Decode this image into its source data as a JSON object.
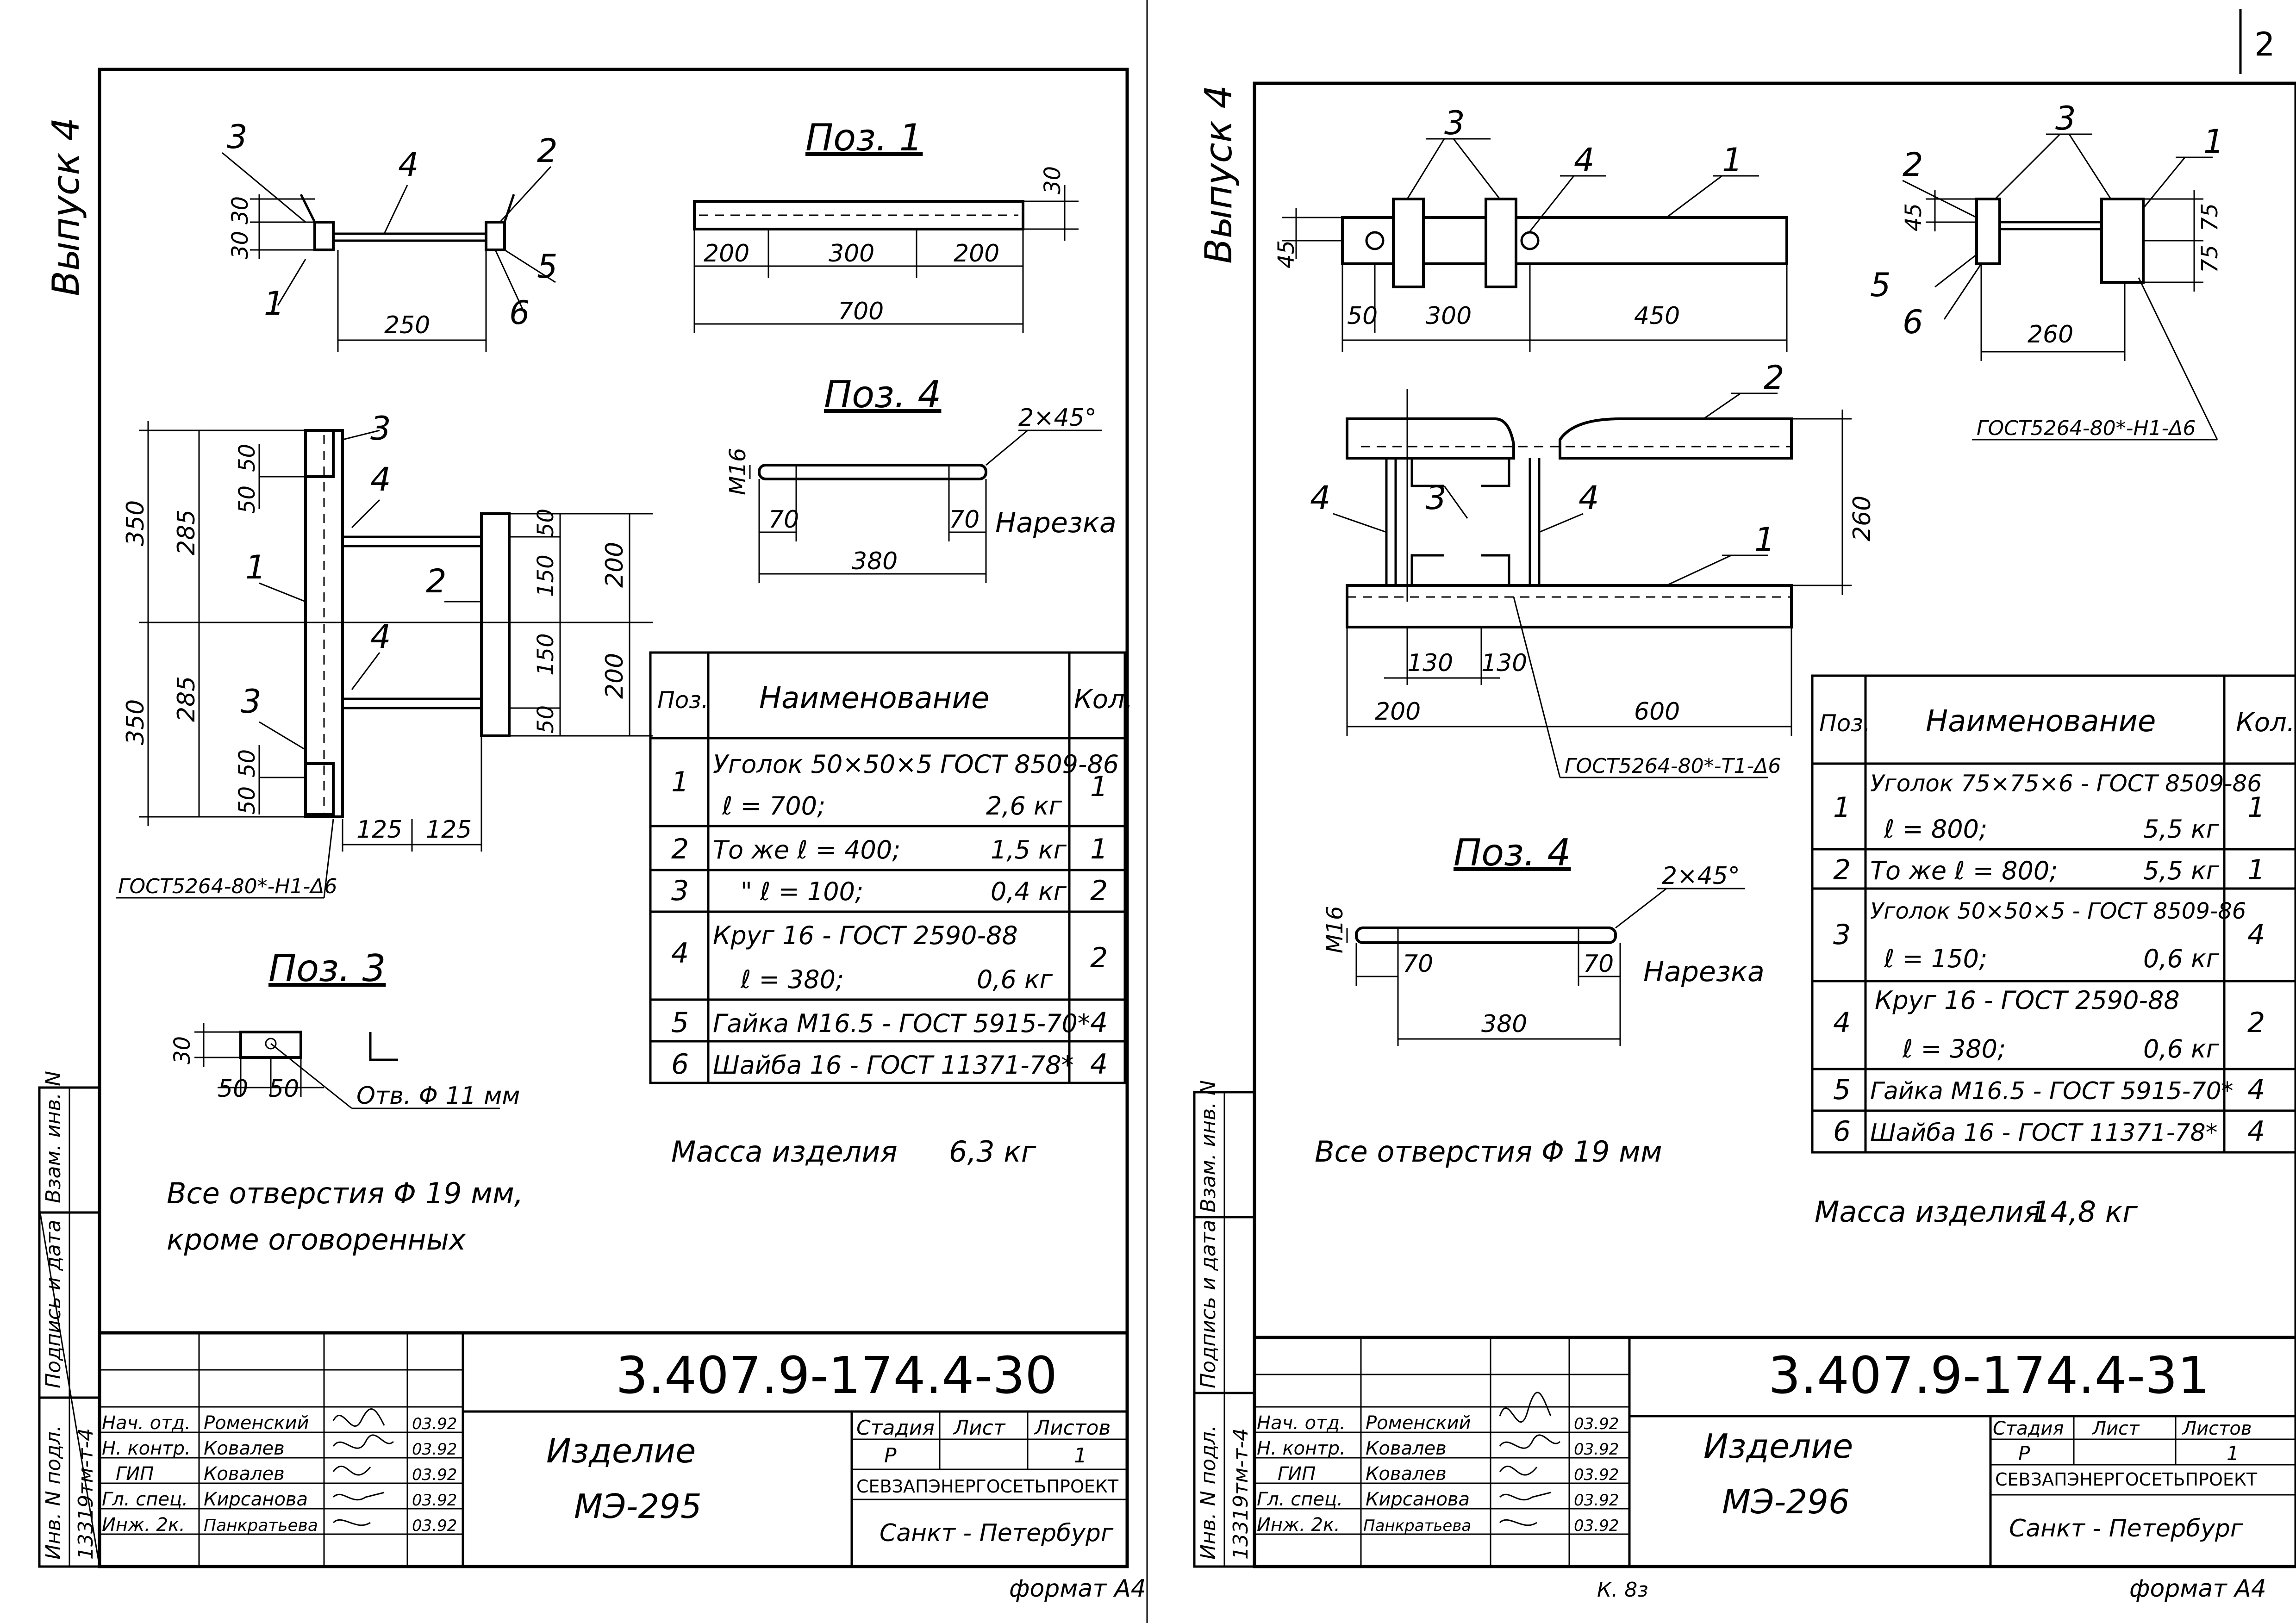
{
  "page_number": "2",
  "left_sheet": {
    "issue_label": "Выпуск 4",
    "side_labels": [
      "Инв. N подл.",
      "Подпись и дата",
      "Взам. инв. N"
    ],
    "inv_number": "13319тм-т-4",
    "pos1": {
      "title": "Поз. 1",
      "dims": [
        "30",
        "200",
        "300",
        "200",
        "700"
      ]
    },
    "pos4": {
      "title": "Поз. 4",
      "dims": [
        "2×45°",
        "М16",
        "70",
        "70",
        "380"
      ],
      "thread_label": "Нарезка"
    },
    "pos3": {
      "title": "Поз. 3",
      "dims": [
        "30",
        "50",
        "50"
      ],
      "hole_label": "Отв. Φ 11 мм"
    },
    "top_view": {
      "callouts": [
        "3",
        "4",
        "2",
        "5",
        "6",
        "1"
      ],
      "dims": [
        "30",
        "30",
        "250"
      ]
    },
    "assembly": {
      "callouts": [
        "3",
        "4",
        "1",
        "2",
        "4",
        "3"
      ],
      "dims": [
        "350",
        "285",
        "50",
        "50",
        "285",
        "350",
        "50",
        "50",
        "50",
        "150",
        "150",
        "50",
        "200",
        "200",
        "125",
        "125"
      ],
      "weld_label": "ГОСТ5264-80*-Н1-Δ6"
    },
    "table": {
      "headers": [
        "Поз.",
        "Наименование",
        "Кол."
      ],
      "rows": [
        {
          "pos": "1",
          "line1": "Уголок 50×50×5 ГОСТ 8509-86",
          "line2": "ℓ = 700;",
          "mass": "2,6 кг",
          "qty": "1"
        },
        {
          "pos": "2",
          "line1": "То же  ℓ = 400;",
          "line2": "",
          "mass": "1,5 кг",
          "qty": "1"
        },
        {
          "pos": "3",
          "line1": "\"     ℓ = 100;",
          "line2": "",
          "mass": "0,4 кг",
          "qty": "2"
        },
        {
          "pos": "4",
          "line1": "Круг 16 - ГОСТ 2590-88",
          "line2": "ℓ = 380;",
          "mass": "0,6 кг",
          "qty": "2"
        },
        {
          "pos": "5",
          "line1": "Гайка М16.5 - ГОСТ 5915-70*",
          "line2": "",
          "mass": "",
          "qty": "4"
        },
        {
          "pos": "6",
          "line1": "Шайба 16 - ГОСТ 11371-78*",
          "line2": "",
          "mass": "",
          "qty": "4"
        }
      ]
    },
    "mass_label": "Масса изделия",
    "mass_value": "6,3 кг",
    "holes_note": [
      "Все отверстия Φ 19 мм,",
      "кроме оговоренных"
    ],
    "title_block": {
      "code": "3.407.9-174.4-30",
      "product": [
        "Изделие",
        "МЭ-295"
      ],
      "roles": [
        "Нач. отд.",
        "Н. контр.",
        "ГИП",
        "Гл. спец.",
        "Инж. 2к."
      ],
      "names": [
        "Роменский",
        "Ковалев",
        "Ковалев",
        "Кирсанова",
        "Панкратьева"
      ],
      "dates": [
        "03.92",
        "03.92",
        "03.92",
        "03.92",
        "03.92"
      ],
      "stage_headers": [
        "Стадия",
        "Лист",
        "Листов"
      ],
      "stage_values": [
        "Р",
        "",
        "1"
      ],
      "org": "СЕВЗАПЭНЕРГОСЕТЬПРОЕКТ",
      "city": "Санкт - Петербург"
    },
    "format_label": "формат А4"
  },
  "right_sheet": {
    "issue_label": "Выпуск 4",
    "side_labels": [
      "Инв. N подл.",
      "Подпись и дата",
      "Взам. инв. N"
    ],
    "inv_number": "13319тм-т-4",
    "top_view": {
      "callouts": [
        "3",
        "4",
        "1"
      ],
      "dims": [
        "45",
        "50",
        "300",
        "450"
      ]
    },
    "side_view": {
      "callouts": [
        "2",
        "3",
        "1",
        "5",
        "6"
      ],
      "dims": [
        "45",
        "75",
        "75",
        "260"
      ],
      "weld_label": "ГОСТ5264-80*-Н1-Δ6"
    },
    "assembly": {
      "callouts": [
        "2",
        "4",
        "3",
        "4",
        "1"
      ],
      "dims": [
        "260",
        "130",
        "130",
        "200",
        "600"
      ],
      "weld_label": "ГОСТ5264-80*-Т1-Δ6"
    },
    "pos4": {
      "title": "Поз. 4",
      "dims": [
        "2×45°",
        "М16",
        "70",
        "70",
        "380"
      ],
      "thread_label": "Нарезка"
    },
    "table": {
      "headers": [
        "Поз.",
        "Наименование",
        "Кол."
      ],
      "rows": [
        {
          "pos": "1",
          "line1": "Уголок 75×75×6 - ГОСТ 8509-86",
          "line2": "ℓ = 800;",
          "mass": "5,5 кг",
          "qty": "1"
        },
        {
          "pos": "2",
          "line1": "То же  ℓ = 800;",
          "line2": "",
          "mass": "5,5 кг",
          "qty": "1"
        },
        {
          "pos": "3",
          "line1": "Уголок 50×50×5 - ГОСТ 8509-86",
          "line2": "ℓ = 150;",
          "mass": "0,6 кг",
          "qty": "4"
        },
        {
          "pos": "4",
          "line1": "Круг 16 - ГОСТ 2590-88",
          "line2": "ℓ = 380;",
          "mass": "0,6 кг",
          "qty": "2"
        },
        {
          "pos": "5",
          "line1": "Гайка М16.5 - ГОСТ 5915-70*",
          "line2": "",
          "mass": "",
          "qty": "4"
        },
        {
          "pos": "6",
          "line1": "Шайба 16 - ГОСТ 11371-78*",
          "line2": "",
          "mass": "",
          "qty": "4"
        }
      ]
    },
    "mass_label": "Масса изделия",
    "mass_value": "14,8 кг",
    "holes_note": [
      "Все отверстия Φ 19 мм"
    ],
    "title_block": {
      "code": "3.407.9-174.4-31",
      "product": [
        "Изделие",
        "МЭ-296"
      ],
      "roles": [
        "Нач. отд.",
        "Н. контр.",
        "ГИП",
        "Гл. спец.",
        "Инж. 2к."
      ],
      "names": [
        "Роменский",
        "Ковалев",
        "Ковалев",
        "Кирсанова",
        "Панкратьева"
      ],
      "dates": [
        "03.92",
        "03.92",
        "03.92",
        "03.92",
        "03.92"
      ],
      "stage_headers": [
        "Стадия",
        "Лист",
        "Листов"
      ],
      "stage_values": [
        "Р",
        "",
        "1"
      ],
      "org": "СЕВЗАПЭНЕРГОСЕТЬПРОЕКТ",
      "city": "Санкт - Петербург"
    },
    "format_label": "формат А4",
    "sheet_mark": "К. 8з"
  }
}
